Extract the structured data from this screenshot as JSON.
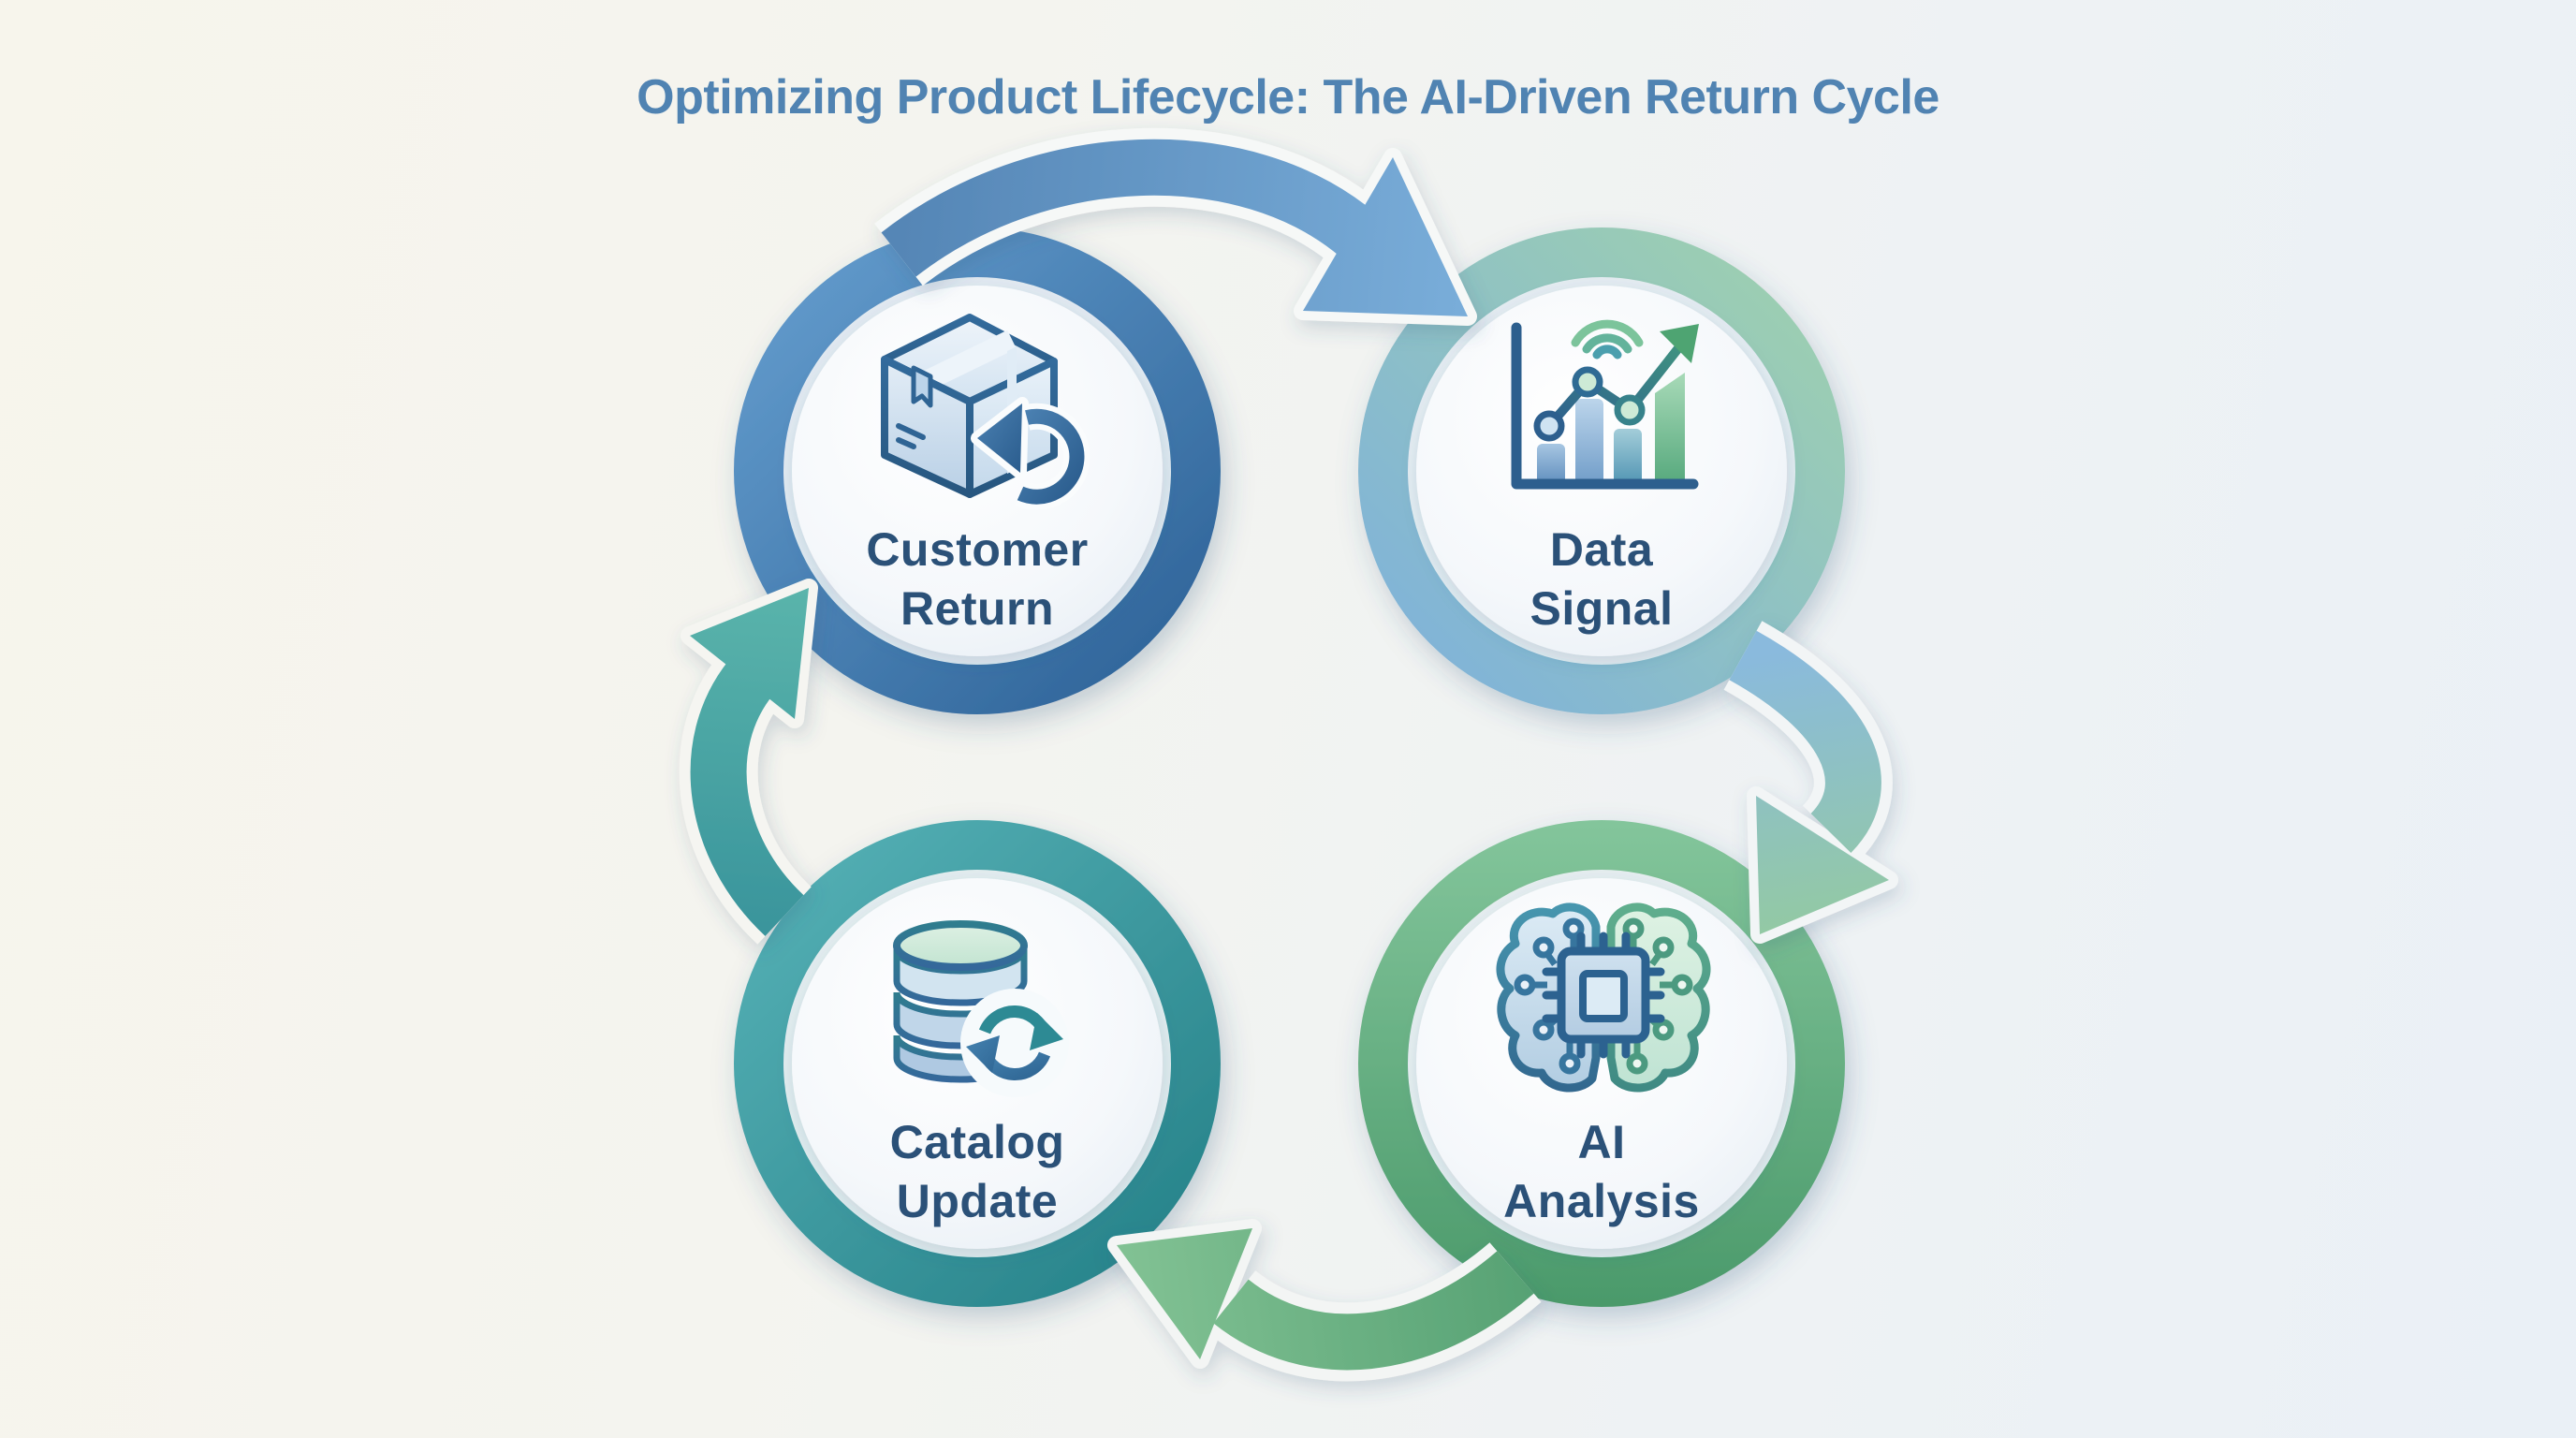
{
  "title": {
    "text": "Optimizing Product Lifecycle: The AI-Driven Return Cycle",
    "color": "#5083b2"
  },
  "background": {
    "left_tint": "#f7f5ec",
    "right_tint": "#eaf0f6"
  },
  "label_color": "#2b5178",
  "nodes": [
    {
      "id": "customer-return",
      "line1": "Customer",
      "line2": "Return",
      "icon": "package-return-icon",
      "ring_from": "#639ccd",
      "ring_to": "#2e6398"
    },
    {
      "id": "data-signal",
      "line1": "Data",
      "line2": "Signal",
      "icon": "chart-signal-icon",
      "ring_from": "#7fb2da",
      "ring_to": "#9ed0af"
    },
    {
      "id": "ai-analysis",
      "line1": "AI",
      "line2": "Analysis",
      "icon": "brain-chip-icon",
      "ring_from": "#83c59b",
      "ring_to": "#4b9a6b"
    },
    {
      "id": "catalog-update",
      "line1": "Catalog",
      "line2": "Update",
      "icon": "database-refresh-icon",
      "ring_from": "#53aeb3",
      "ring_to": "#28848b"
    }
  ],
  "arrows": [
    {
      "id": "customer-to-data",
      "from": "customer-return",
      "to": "data-signal",
      "color_from": "#5586b6",
      "color_to": "#79add9"
    },
    {
      "id": "data-to-ai",
      "from": "data-signal",
      "to": "ai-analysis",
      "color_from": "#8abadd",
      "color_to": "#93c9a4"
    },
    {
      "id": "ai-to-catalog",
      "from": "ai-analysis",
      "to": "catalog-update",
      "color_from": "#57a274",
      "color_to": "#82c294"
    },
    {
      "id": "catalog-to-customer",
      "from": "catalog-update",
      "to": "customer-return",
      "color_from": "#3a959c",
      "color_to": "#5ab4ab"
    }
  ]
}
